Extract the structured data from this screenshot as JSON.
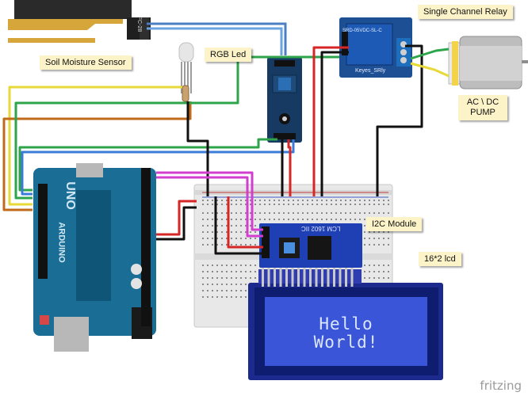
{
  "labels": {
    "soil_moisture": "Soil Moisture Sensor",
    "rgb_led": "RGB Led",
    "relay": "Single Channel Relay",
    "pump_line1": "AC \\ DC",
    "pump_line2": "PUMP",
    "i2c_module": "I2C Module",
    "lcd": "16*2  lcd"
  },
  "lcd_display": {
    "line1": "Hello",
    "line2": "World!"
  },
  "board_text": {
    "arduino_brand": "UNO",
    "arduino_model": "ARDUINO",
    "i2c_chip": "LCM 1602 IIC",
    "sensor_chip": "FC-28",
    "relay_chip": "SRD-05VDC-SL-C",
    "relay_brand": "Keyes_SRly"
  },
  "watermark": "fritzing",
  "colors": {
    "arduino_board": "#1a6e96",
    "lcd_bezel": "#1b2a8c",
    "lcd_screen": "#3a55d8",
    "relay_module": "#1d4f95",
    "sensor_module": "#173a63",
    "label_bg": "#fdf3c8"
  }
}
